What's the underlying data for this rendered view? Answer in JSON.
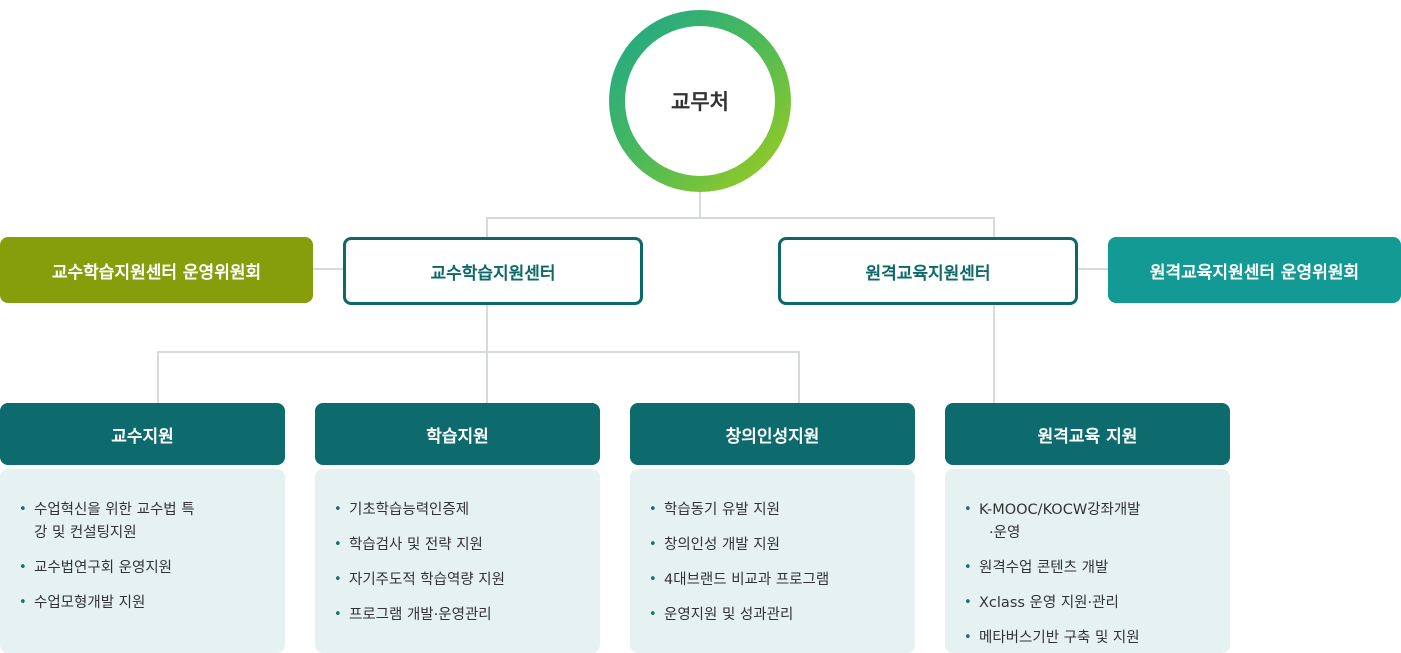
{
  "root": {
    "label": "교무처"
  },
  "committees": {
    "left": "교수학습지원센터 운영위원회",
    "right": "원격교육지원센터 운영위원회"
  },
  "centers": {
    "teaching_learning": "교수학습지원센터",
    "remote_education": "원격교육지원센터"
  },
  "departments": [
    {
      "title": "교수지원",
      "items": [
        {
          "lines": [
            "수업혁신을 위한 교수법 특",
            "강 및 컨설팅지원"
          ]
        },
        {
          "lines": [
            "교수법연구회 운영지원"
          ]
        },
        {
          "lines": [
            "수업모형개발 지원"
          ]
        }
      ]
    },
    {
      "title": "학습지원",
      "items": [
        {
          "lines": [
            "기초학습능력인증제"
          ]
        },
        {
          "lines": [
            "학습검사 및 전략 지원"
          ]
        },
        {
          "lines": [
            "자기주도적 학습역량 지원"
          ]
        },
        {
          "lines": [
            "프로그램 개발·운영관리"
          ]
        }
      ]
    },
    {
      "title": "창의인성지원",
      "items": [
        {
          "lines": [
            "학습동기 유발 지원"
          ]
        },
        {
          "lines": [
            "창의인성 개발 지원"
          ]
        },
        {
          "lines": [
            "4대브랜드 비교과 프로그램"
          ]
        },
        {
          "lines": [
            "운영지원 및 성과관리"
          ]
        }
      ]
    },
    {
      "title": "원격교육 지원",
      "items": [
        {
          "lines": [
            "K-MOOC/KOCW강좌개발",
            "·운영"
          ]
        },
        {
          "lines": [
            "원격수업 콘텐츠 개발"
          ]
        },
        {
          "lines": [
            "Xclass 운영 지원·관리"
          ]
        },
        {
          "lines": [
            "메타버스기반 구축 및 지원"
          ]
        }
      ]
    }
  ]
}
